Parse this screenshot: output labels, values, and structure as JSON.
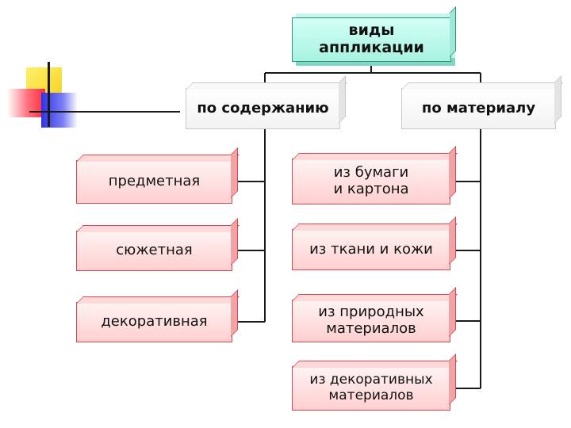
{
  "diagram": {
    "root": {
      "line1": "виды",
      "line2": "аппликации"
    },
    "branches": [
      {
        "label": "по содержанию"
      },
      {
        "label": "по материалу"
      }
    ],
    "by_content": [
      {
        "label": "предметная"
      },
      {
        "label": "сюжетная"
      },
      {
        "label": "декоративная"
      }
    ],
    "by_material": [
      {
        "line1": "из бумаги",
        "line2": "и картона"
      },
      {
        "line1": "из ткани и кожи",
        "line2": ""
      },
      {
        "line1": "из природных",
        "line2": "материалов"
      },
      {
        "line1": "из декоративных",
        "line2": "материалов"
      }
    ],
    "colors": {
      "root_fill": "#a8f2e2",
      "branch_fill": "#f3f3f3",
      "leaf_fill": "#ffcfd0",
      "connector": "#1a1a1a"
    }
  }
}
